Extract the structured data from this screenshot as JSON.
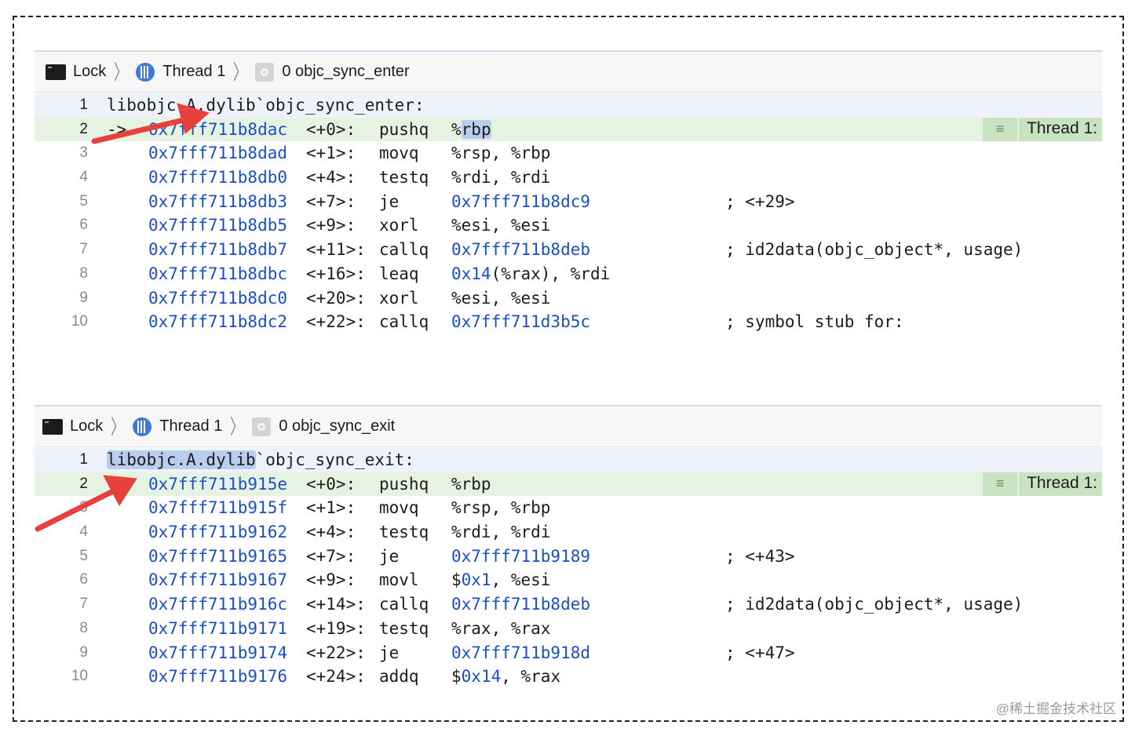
{
  "panels": [
    {
      "breadcrumb": {
        "process": "Lock",
        "thread": "Thread 1",
        "frame": "0 objc_sync_enter"
      },
      "first_line": {
        "number": "1",
        "prefix": "libobjc.A.dylib",
        "suffix": "`objc_sync_enter:"
      },
      "pc_badge": "Thread 1:",
      "lines": [
        {
          "n": "2",
          "mark": "->",
          "addr": "0x7fff711b8dac",
          "off": "<+0>:",
          "op": "pushq",
          "args": "%rbp",
          "comment": ""
        },
        {
          "n": "3",
          "mark": "",
          "addr": "0x7fff711b8dad",
          "off": "<+1>:",
          "op": "movq",
          "args": "%rsp, %rbp",
          "comment": ""
        },
        {
          "n": "4",
          "mark": "",
          "addr": "0x7fff711b8db0",
          "off": "<+4>:",
          "op": "testq",
          "args": "%rdi, %rdi",
          "comment": ""
        },
        {
          "n": "5",
          "mark": "",
          "addr": "0x7fff711b8db3",
          "off": "<+7>:",
          "op": "je",
          "args": "0x7fff711b8dc9",
          "comment": "; <+29>"
        },
        {
          "n": "6",
          "mark": "",
          "addr": "0x7fff711b8db5",
          "off": "<+9>:",
          "op": "xorl",
          "args": "%esi, %esi",
          "comment": ""
        },
        {
          "n": "7",
          "mark": "",
          "addr": "0x7fff711b8db7",
          "off": "<+11>:",
          "op": "callq",
          "args": "0x7fff711b8deb",
          "comment": "; id2data(objc_object*, usage)"
        },
        {
          "n": "8",
          "mark": "",
          "addr": "0x7fff711b8dbc",
          "off": "<+16>:",
          "op": "leaq",
          "args": "0x14(%rax), %rdi",
          "comment": ""
        },
        {
          "n": "9",
          "mark": "",
          "addr": "0x7fff711b8dc0",
          "off": "<+20>:",
          "op": "xorl",
          "args": "%esi, %esi",
          "comment": ""
        },
        {
          "n": "10",
          "mark": "",
          "addr": "0x7fff711b8dc2",
          "off": "<+22>:",
          "op": "callq",
          "args": "0x7fff711d3b5c",
          "comment": "; symbol stub for:"
        }
      ]
    },
    {
      "breadcrumb": {
        "process": "Lock",
        "thread": "Thread 1",
        "frame": "0 objc_sync_exit"
      },
      "first_line": {
        "number": "1",
        "prefix": "libobjc.A.dylib",
        "suffix": "`objc_sync_exit:"
      },
      "pc_badge": "Thread 1:",
      "lines": [
        {
          "n": "2",
          "mark": "->",
          "addr": "0x7fff711b915e",
          "off": "<+0>:",
          "op": "pushq",
          "args": "%rbp",
          "comment": ""
        },
        {
          "n": "3",
          "mark": "",
          "addr": "0x7fff711b915f",
          "off": "<+1>:",
          "op": "movq",
          "args": "%rsp, %rbp",
          "comment": ""
        },
        {
          "n": "4",
          "mark": "",
          "addr": "0x7fff711b9162",
          "off": "<+4>:",
          "op": "testq",
          "args": "%rdi, %rdi",
          "comment": ""
        },
        {
          "n": "5",
          "mark": "",
          "addr": "0x7fff711b9165",
          "off": "<+7>:",
          "op": "je",
          "args": "0x7fff711b9189",
          "comment": "; <+43>"
        },
        {
          "n": "6",
          "mark": "",
          "addr": "0x7fff711b9167",
          "off": "<+9>:",
          "op": "movl",
          "args": "$0x1, %esi",
          "comment": ""
        },
        {
          "n": "7",
          "mark": "",
          "addr": "0x7fff711b916c",
          "off": "<+14>:",
          "op": "callq",
          "args": "0x7fff711b8deb",
          "comment": "; id2data(objc_object*, usage)"
        },
        {
          "n": "8",
          "mark": "",
          "addr": "0x7fff711b9171",
          "off": "<+19>:",
          "op": "testq",
          "args": "%rax, %rax",
          "comment": ""
        },
        {
          "n": "9",
          "mark": "",
          "addr": "0x7fff711b9174",
          "off": "<+22>:",
          "op": "je",
          "args": "0x7fff711b918d",
          "comment": "; <+47>"
        },
        {
          "n": "10",
          "mark": "",
          "addr": "0x7fff711b9176",
          "off": "<+24>:",
          "op": "addq",
          "args": "$0x14, %rax",
          "comment": ""
        }
      ]
    }
  ],
  "icons": {
    "process": "terminal-icon",
    "thread": "thread-icon",
    "frame": "gear-icon",
    "badge": "list-icon"
  },
  "colors": {
    "address": "#1b4fc1",
    "pc_line": "#e6f3e3",
    "annotation_arrow": "#e8403a"
  },
  "watermark": "@稀土掘金技术社区"
}
